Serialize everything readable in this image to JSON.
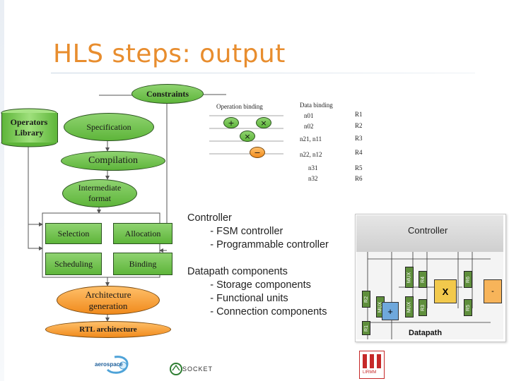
{
  "title": "HLS steps: output",
  "flow": {
    "constraints": "Constraints",
    "operators_library": "Operators\nLibrary",
    "specification": "Specification",
    "compilation": "Compilation",
    "intermediate_format": "Intermediate\nformat",
    "selection": "Selection",
    "allocation": "Allocation",
    "scheduling": "Scheduling",
    "binding": "Binding",
    "architecture_generation": "Architecture\ngeneration",
    "rtl_architecture": "RTL architecture"
  },
  "binding_diagram": {
    "operation_binding_label": "Operation binding",
    "data_binding_label": "Data binding",
    "operators": [
      "+",
      "×",
      "×",
      "−"
    ],
    "data_rows": [
      {
        "vars": "n01",
        "reg": "R1"
      },
      {
        "vars": "n02",
        "reg": "R2"
      },
      {
        "vars": "n21, n11",
        "reg": "R3"
      },
      {
        "vars": "n22, n12",
        "reg": "R4"
      },
      {
        "vars": "n31",
        "reg": "R5"
      },
      {
        "vars": "n32",
        "reg": "R6"
      }
    ]
  },
  "controller_text": "Controller\n        - FSM controller\n        - Programmable controller",
  "datapath_text": "Datapath components\n        - Storage components\n        - Functional units\n        - Connection components",
  "architecture_figure": {
    "controller_label": "Controller",
    "datapath_label": "Datapath",
    "registers": [
      "R1",
      "R2",
      "R3",
      "R4",
      "R5",
      "R6"
    ],
    "mux_label": "MUX",
    "fu_plus": "+",
    "fu_times": "X",
    "fu_minus": "-"
  },
  "logos": {
    "aerospace": "aerospace",
    "socket": "SOCKET",
    "lirmm": "LIRMM"
  }
}
